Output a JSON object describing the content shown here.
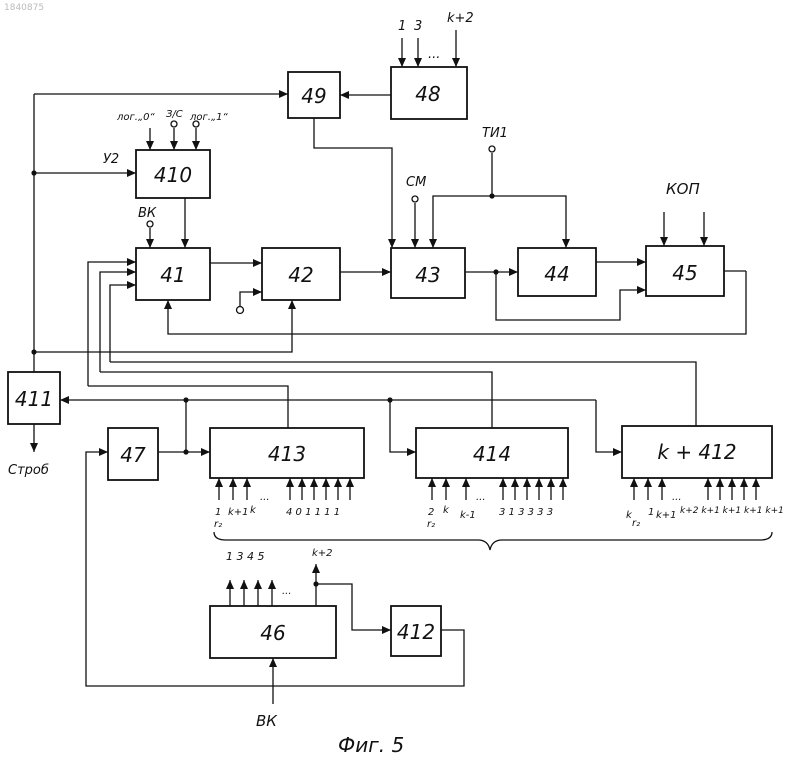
{
  "watermark": "1840875",
  "caption": "Фиг. 5",
  "blocks": {
    "b41": "41",
    "b42": "42",
    "b43": "43",
    "b44": "44",
    "b45": "45",
    "b46": "46",
    "b47": "47",
    "b48": "48",
    "b49": "49",
    "b410": "410",
    "b411": "411",
    "b412": "412",
    "b413": "413",
    "b414": "414",
    "bk412": "k + 412"
  },
  "signals": {
    "vk_top": "ВК",
    "vk_bottom": "ВК",
    "u2": "У2",
    "log0": "лог.„0“",
    "zs": "З/С",
    "log1": "лог.„1“",
    "ti1": "ТИ1",
    "cm": "СМ",
    "kop": "КОП",
    "strob": "Строб"
  },
  "b48_inputs": {
    "in1": "1",
    "in3": "3",
    "dots": "...",
    "ink2": "k+2"
  },
  "b46_outputs": {
    "labels": "1 3 4 5",
    "dots": "...",
    "k2": "k+2"
  },
  "b413_inputs": {
    "a": "1",
    "a_sub": "r₂",
    "b": "k",
    "c": "k+1",
    "dots": "...",
    "tail": "4 0 1 1 1 1"
  },
  "b414_inputs": {
    "a": "2",
    "a_sub": "r₂",
    "b": "k",
    "c": "k-1",
    "dots": "...",
    "tail": "3 1 3 3 3 3"
  },
  "bk412_inputs": {
    "a": "k",
    "a_sub": "r₂",
    "b": "1",
    "c": "k+1",
    "dots": "...",
    "tail": "k+2 k+1 k+1 k+1 k+1"
  }
}
